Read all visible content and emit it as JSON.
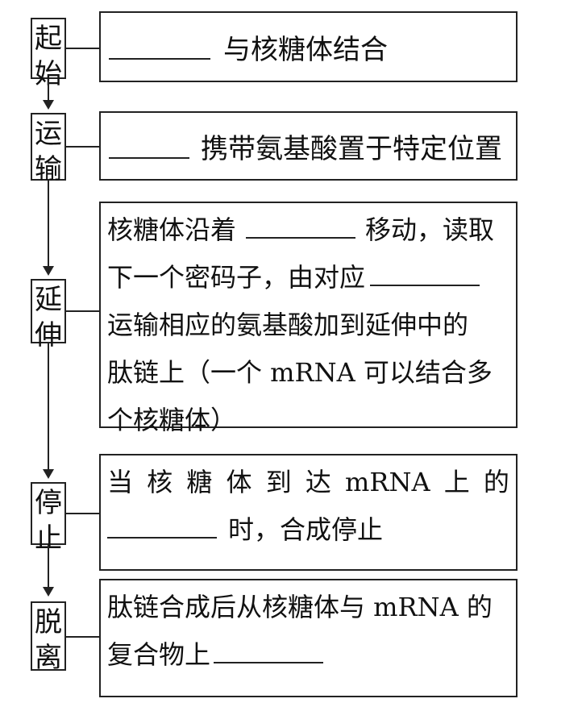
{
  "stages": [
    {
      "label_chars": [
        "起",
        "始"
      ],
      "text_after_blank": "与核糖体结合"
    },
    {
      "label_chars": [
        "运",
        "输"
      ],
      "text_after_blank": "携带氨基酸置于特定位置"
    },
    {
      "label_chars": [
        "延",
        "伸"
      ],
      "line1_pre": "核糖体沿着",
      "line1_post": "移动，读取",
      "line2_pre": "下一个密码子，由对应",
      "line3": "运输相应的氨基酸加到延伸中的",
      "line4": "肽链上（一个 mRNA 可以结合多",
      "line5": "个核糖体）"
    },
    {
      "label_chars": [
        "停",
        "止"
      ],
      "line1_tokens": [
        "当",
        "核",
        "糖",
        "体",
        "到",
        "达",
        "mRNA",
        "上",
        "的"
      ],
      "line2_post": "时，合成停止"
    },
    {
      "label_chars": [
        "脱",
        "离"
      ],
      "line1": "肽链合成后从核糖体与 mRNA 的",
      "line2_pre": "复合物上"
    }
  ]
}
